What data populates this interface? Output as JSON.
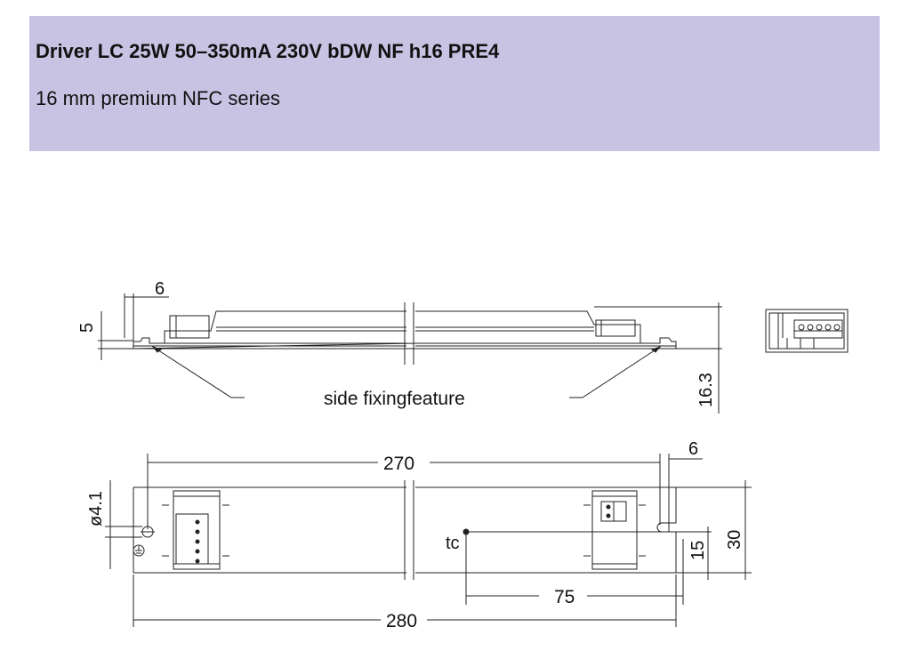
{
  "header": {
    "title": "Driver LC 25W 50–350mA 230V bDW NF h16 PRE4",
    "subtitle": "16 mm premium NFC series",
    "background_color": "#c8c3e3"
  },
  "side_view": {
    "dim_top": "6",
    "dim_left": "5",
    "dim_height": "16.3",
    "annotation": "side fixingfeature"
  },
  "top_view": {
    "dim_inner_length": "270",
    "dim_total_length": "280",
    "dim_right_offset": "6",
    "dim_hole": "ø4.1",
    "dim_width": "30",
    "dim_half_width": "15",
    "dim_tc_distance": "75",
    "tc_label": "tc"
  }
}
